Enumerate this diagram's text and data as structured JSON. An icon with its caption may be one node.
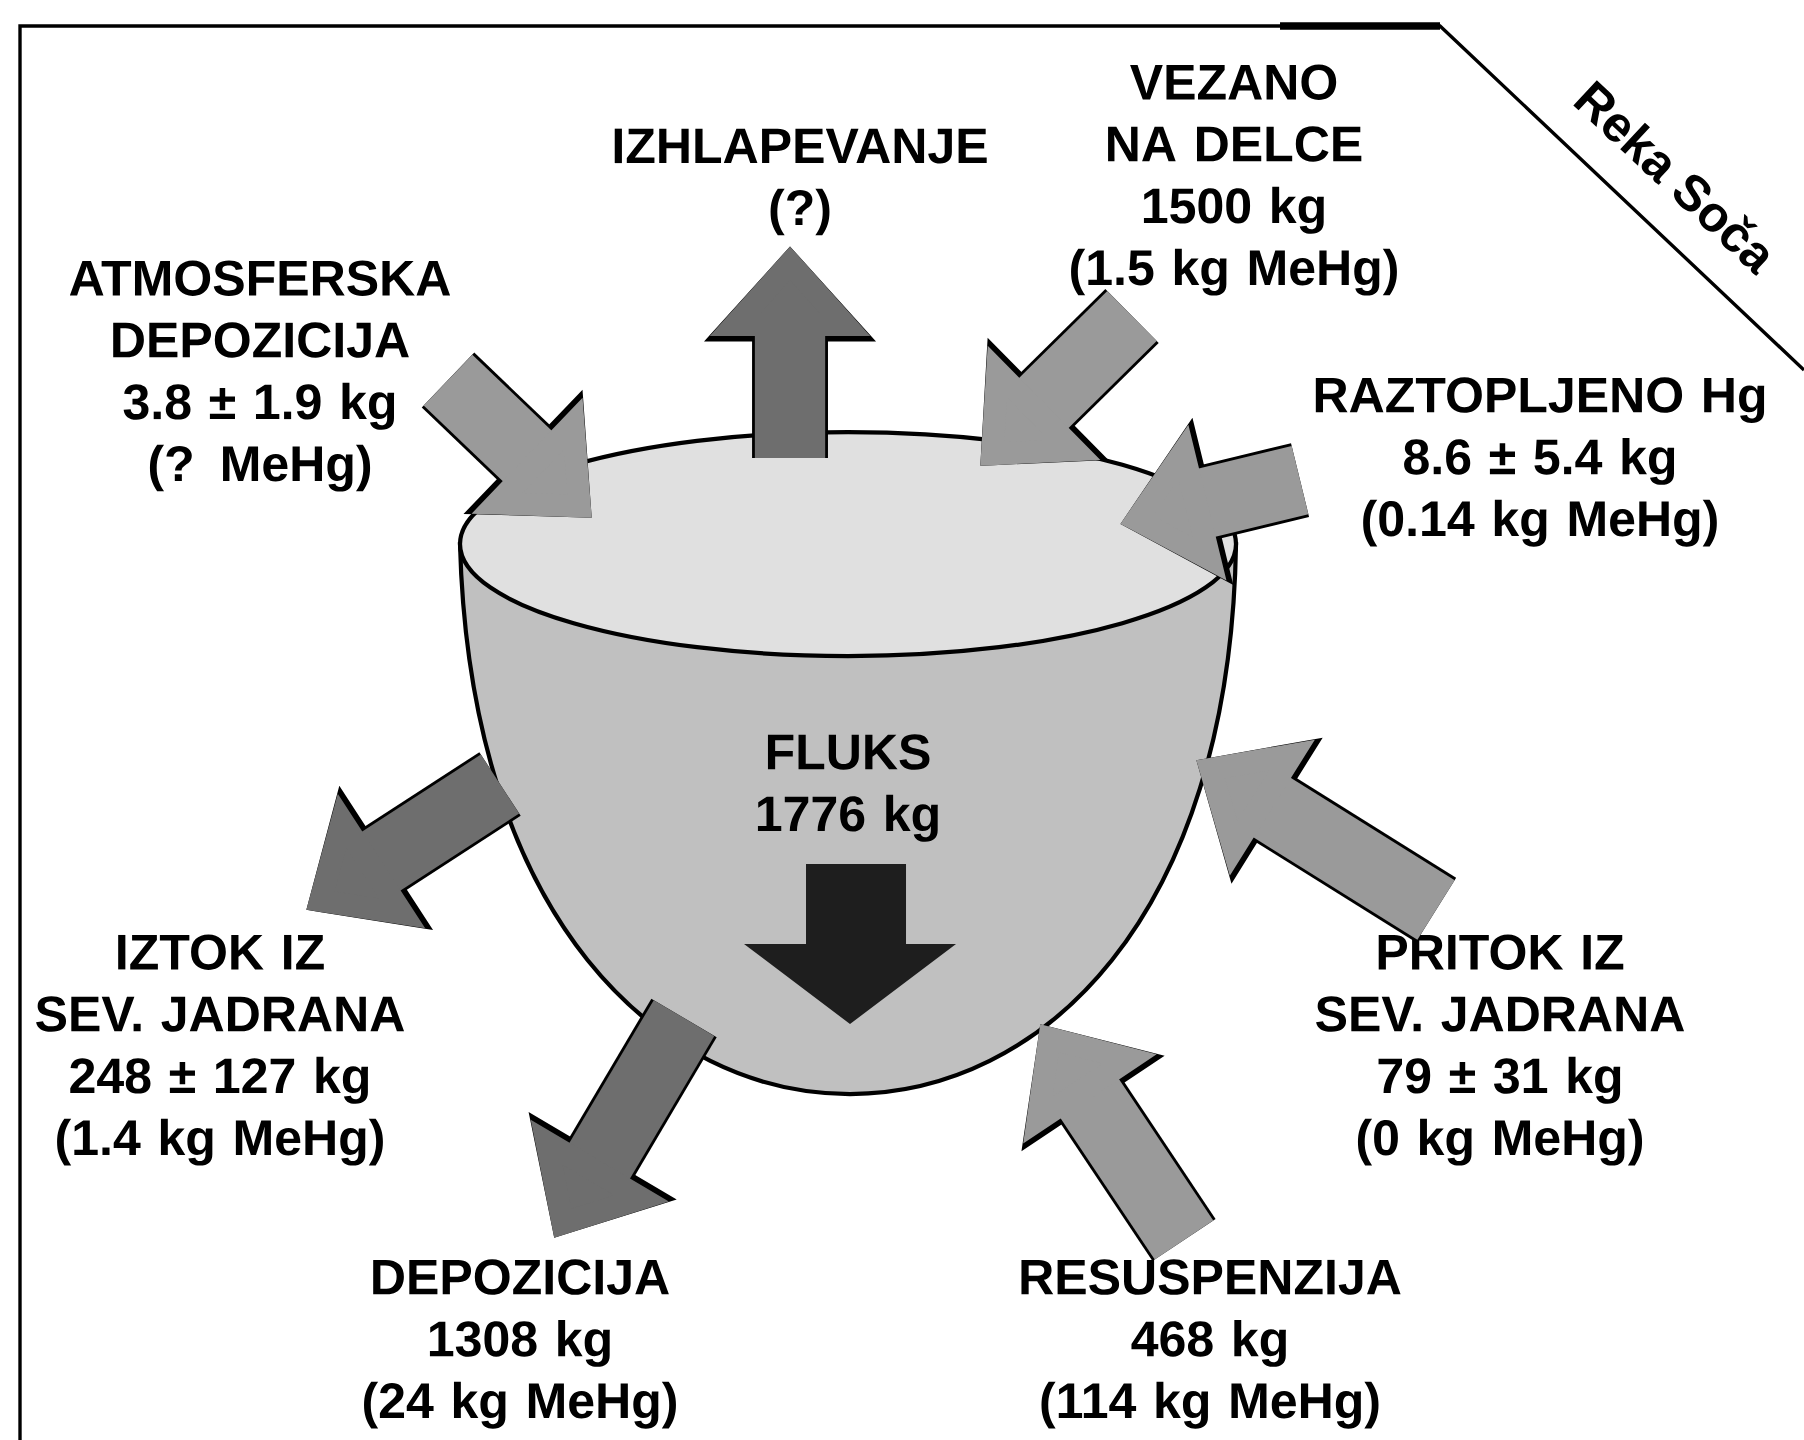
{
  "diagram": {
    "nodes": [
      {
        "text": [
          "FLUKS",
          "1776 kg"
        ]
      },
      {
        "text": [
          "ATMOSFERSKA DEPOZICIJA",
          "3.8 ± 1.9 kg",
          "(? MeHg)"
        ]
      },
      {
        "text": [
          "IZHLAPEVANJE",
          "(?)"
        ]
      },
      {
        "text": [
          "VEZANO NA DELCE",
          "1500 kg",
          "(1.5 kg MeHg)"
        ]
      },
      {
        "text": [
          "RAZTOPLJENO Hg",
          "8.6 ± 5.4 kg",
          "(0.14 kg MeHg)"
        ]
      },
      {
        "text": [
          "PRITOK IZ SEV. JADRANA",
          "79 ± 31 kg",
          "(0 kg MeHg)"
        ]
      },
      {
        "text": [
          "RESUSPENZIJA",
          "468 kg",
          "(114 kg MeHg)"
        ]
      },
      {
        "text": [
          "DEPOZICIJA",
          "1308 kg",
          "(24 kg MeHg)"
        ]
      },
      {
        "text": [
          "IZTOK IZ SEV. JADRANA",
          "248 ± 127 kg",
          "(1.4 kg MeHg)"
        ]
      }
    ],
    "edges": [
      {
        "from": 1,
        "to": 0,
        "arrow": "to"
      },
      {
        "from": 0,
        "to": 2,
        "arrow": "to",
        "color": "#6e6e6e"
      },
      {
        "from": 3,
        "to": 0,
        "arrow": "to"
      },
      {
        "from": 4,
        "to": 0,
        "arrow": "to"
      },
      {
        "from": 5,
        "to": 0,
        "arrow": "to"
      },
      {
        "from": 6,
        "to": 0,
        "arrow": "to"
      },
      {
        "from": 0,
        "to": 7,
        "arrow": "to",
        "color": "#6e6e6e"
      },
      {
        "from": 0,
        "to": 8,
        "arrow": "to",
        "color": "#6e6e6e"
      }
    ],
    "labels": [
      "Reka Soča"
    ]
  }
}
